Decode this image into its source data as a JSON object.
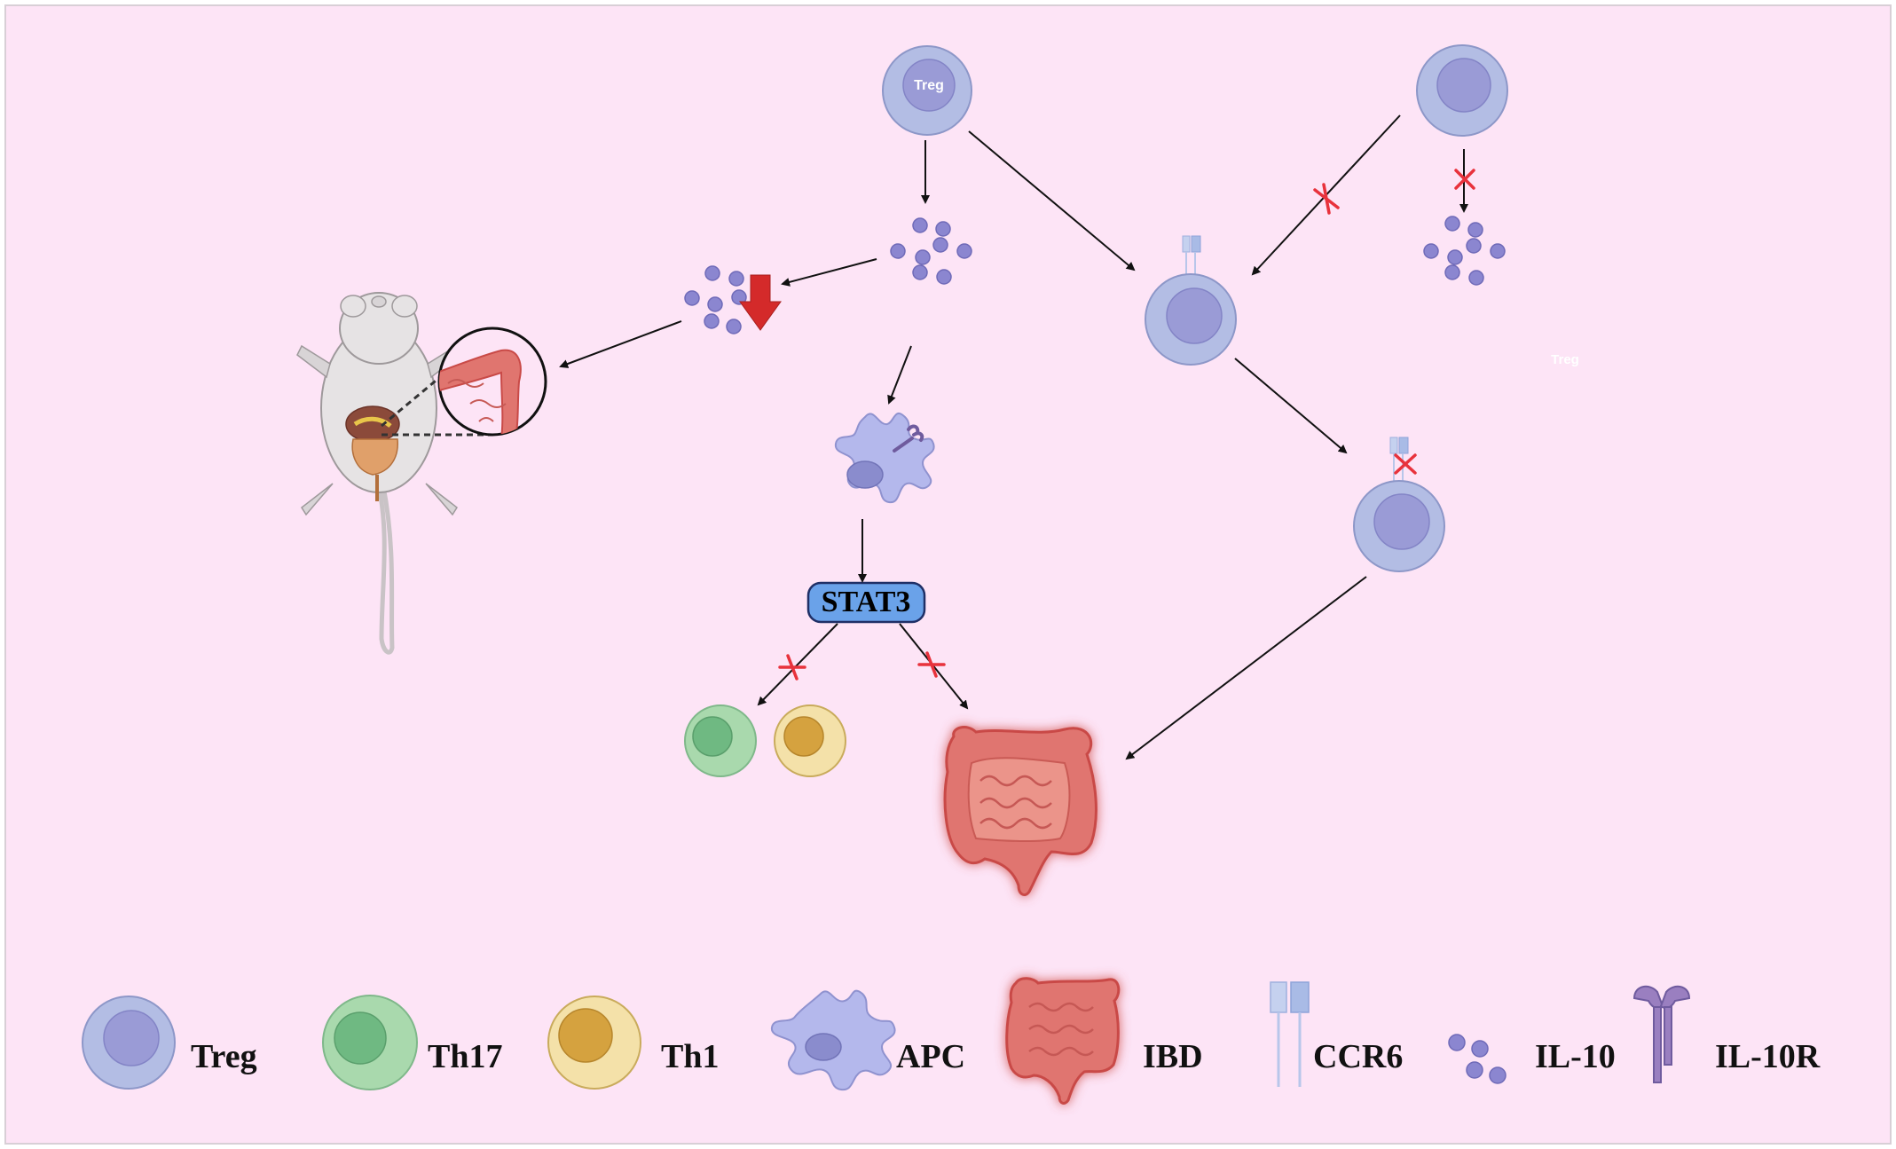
{
  "colors": {
    "background": "#fde4f6",
    "treg_cell": "#b3bde4",
    "treg_nucleus": "#9a9bd6",
    "th17_cell": "#a9d9ad",
    "th17_nucleus": "#6fb982",
    "th1_cell": "#f4e1a9",
    "th1_nucleus": "#d5a23f",
    "il10": "#8b86d0",
    "stat3_box": "#6aa2e9",
    "block_mark": "#e8323c",
    "down_arrow": "#d42a2a",
    "ibd_tissue": "#e0756f"
  },
  "diagram": {
    "treg_cell_label": "Treg",
    "floating_label": "Treg",
    "stat3_label": "STAT3"
  },
  "legend": {
    "items": [
      {
        "label": "Treg",
        "icon": "treg-cell-icon"
      },
      {
        "label": "Th17",
        "icon": "th17-cell-icon"
      },
      {
        "label": "Th1",
        "icon": "th1-cell-icon"
      },
      {
        "label": "APC",
        "icon": "apc-cell-icon"
      },
      {
        "label": "IBD",
        "icon": "colon-icon"
      },
      {
        "label": "CCR6",
        "icon": "ccr6-receptor-icon"
      },
      {
        "label": "IL-10",
        "icon": "il10-molecule-icon"
      },
      {
        "label": "IL-10R",
        "icon": "il10r-receptor-icon"
      }
    ]
  }
}
